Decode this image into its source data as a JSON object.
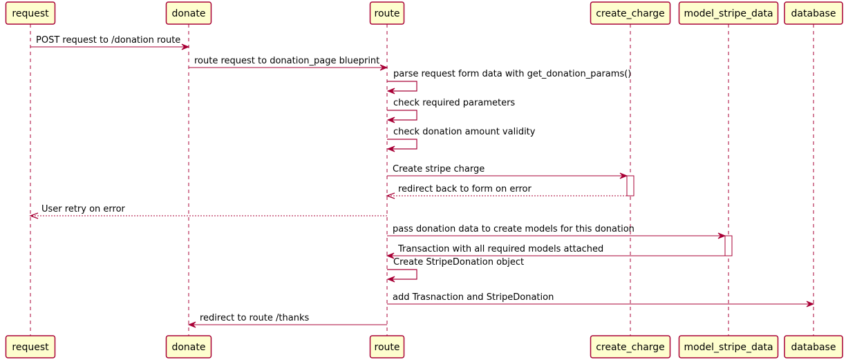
{
  "diagram": {
    "type": "sequence",
    "colors": {
      "participant_fill": "#FEFECE",
      "participant_border": "#A80036",
      "lifeline": "#A80036",
      "arrow": "#A80036",
      "activation_fill": "#FFFFFF"
    },
    "participants": [
      {
        "id": "request",
        "label": "request"
      },
      {
        "id": "donate",
        "label": "donate"
      },
      {
        "id": "route",
        "label": "route"
      },
      {
        "id": "create_charge",
        "label": "create_charge"
      },
      {
        "id": "model_stripe_data",
        "label": "model_stripe_data"
      },
      {
        "id": "database",
        "label": "database"
      }
    ],
    "messages": [
      {
        "from": "request",
        "to": "donate",
        "label": "POST request to /donation route",
        "style": "solid"
      },
      {
        "from": "donate",
        "to": "route",
        "label": "route request to donation_page blueprint",
        "style": "solid"
      },
      {
        "from": "route",
        "to": "route",
        "label": "parse request form data with get_donation_params()",
        "style": "self"
      },
      {
        "from": "route",
        "to": "route",
        "label": "check required parameters",
        "style": "self"
      },
      {
        "from": "route",
        "to": "route",
        "label": "check donation amount validity",
        "style": "self"
      },
      {
        "from": "route",
        "to": "create_charge",
        "label": "Create stripe charge",
        "style": "solid"
      },
      {
        "from": "create_charge",
        "to": "route",
        "label": "redirect back to form on error",
        "style": "dashed"
      },
      {
        "from": "route",
        "to": "request",
        "label": "User retry on error",
        "style": "dashed"
      },
      {
        "from": "route",
        "to": "model_stripe_data",
        "label": "pass donation data to create models for this donation",
        "style": "solid"
      },
      {
        "from": "model_stripe_data",
        "to": "route",
        "label": "Transaction with all required models attached",
        "style": "solid"
      },
      {
        "from": "route",
        "to": "route",
        "label": "Create StripeDonation object",
        "style": "self"
      },
      {
        "from": "route",
        "to": "database",
        "label": "add Trasnaction and StripeDonation",
        "style": "solid"
      },
      {
        "from": "route",
        "to": "donate",
        "label": "redirect to route /thanks",
        "style": "solid"
      }
    ],
    "activations": [
      {
        "participant": "create_charge",
        "from_message": 5,
        "to_message": 6
      },
      {
        "participant": "model_stripe_data",
        "from_message": 8,
        "to_message": 9
      }
    ]
  }
}
